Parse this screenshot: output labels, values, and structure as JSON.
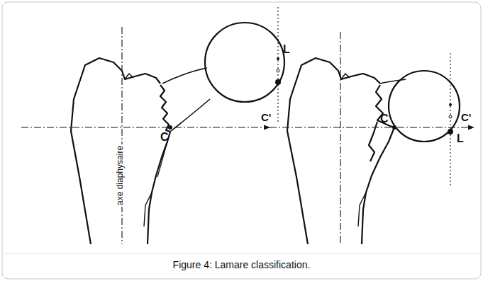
{
  "diagram": {
    "caption": "Figure 4: Lamare classification.",
    "labels": [
      "L",
      "C",
      "C'",
      "axe diaphysaire",
      "C",
      "L",
      "C'"
    ]
  }
}
